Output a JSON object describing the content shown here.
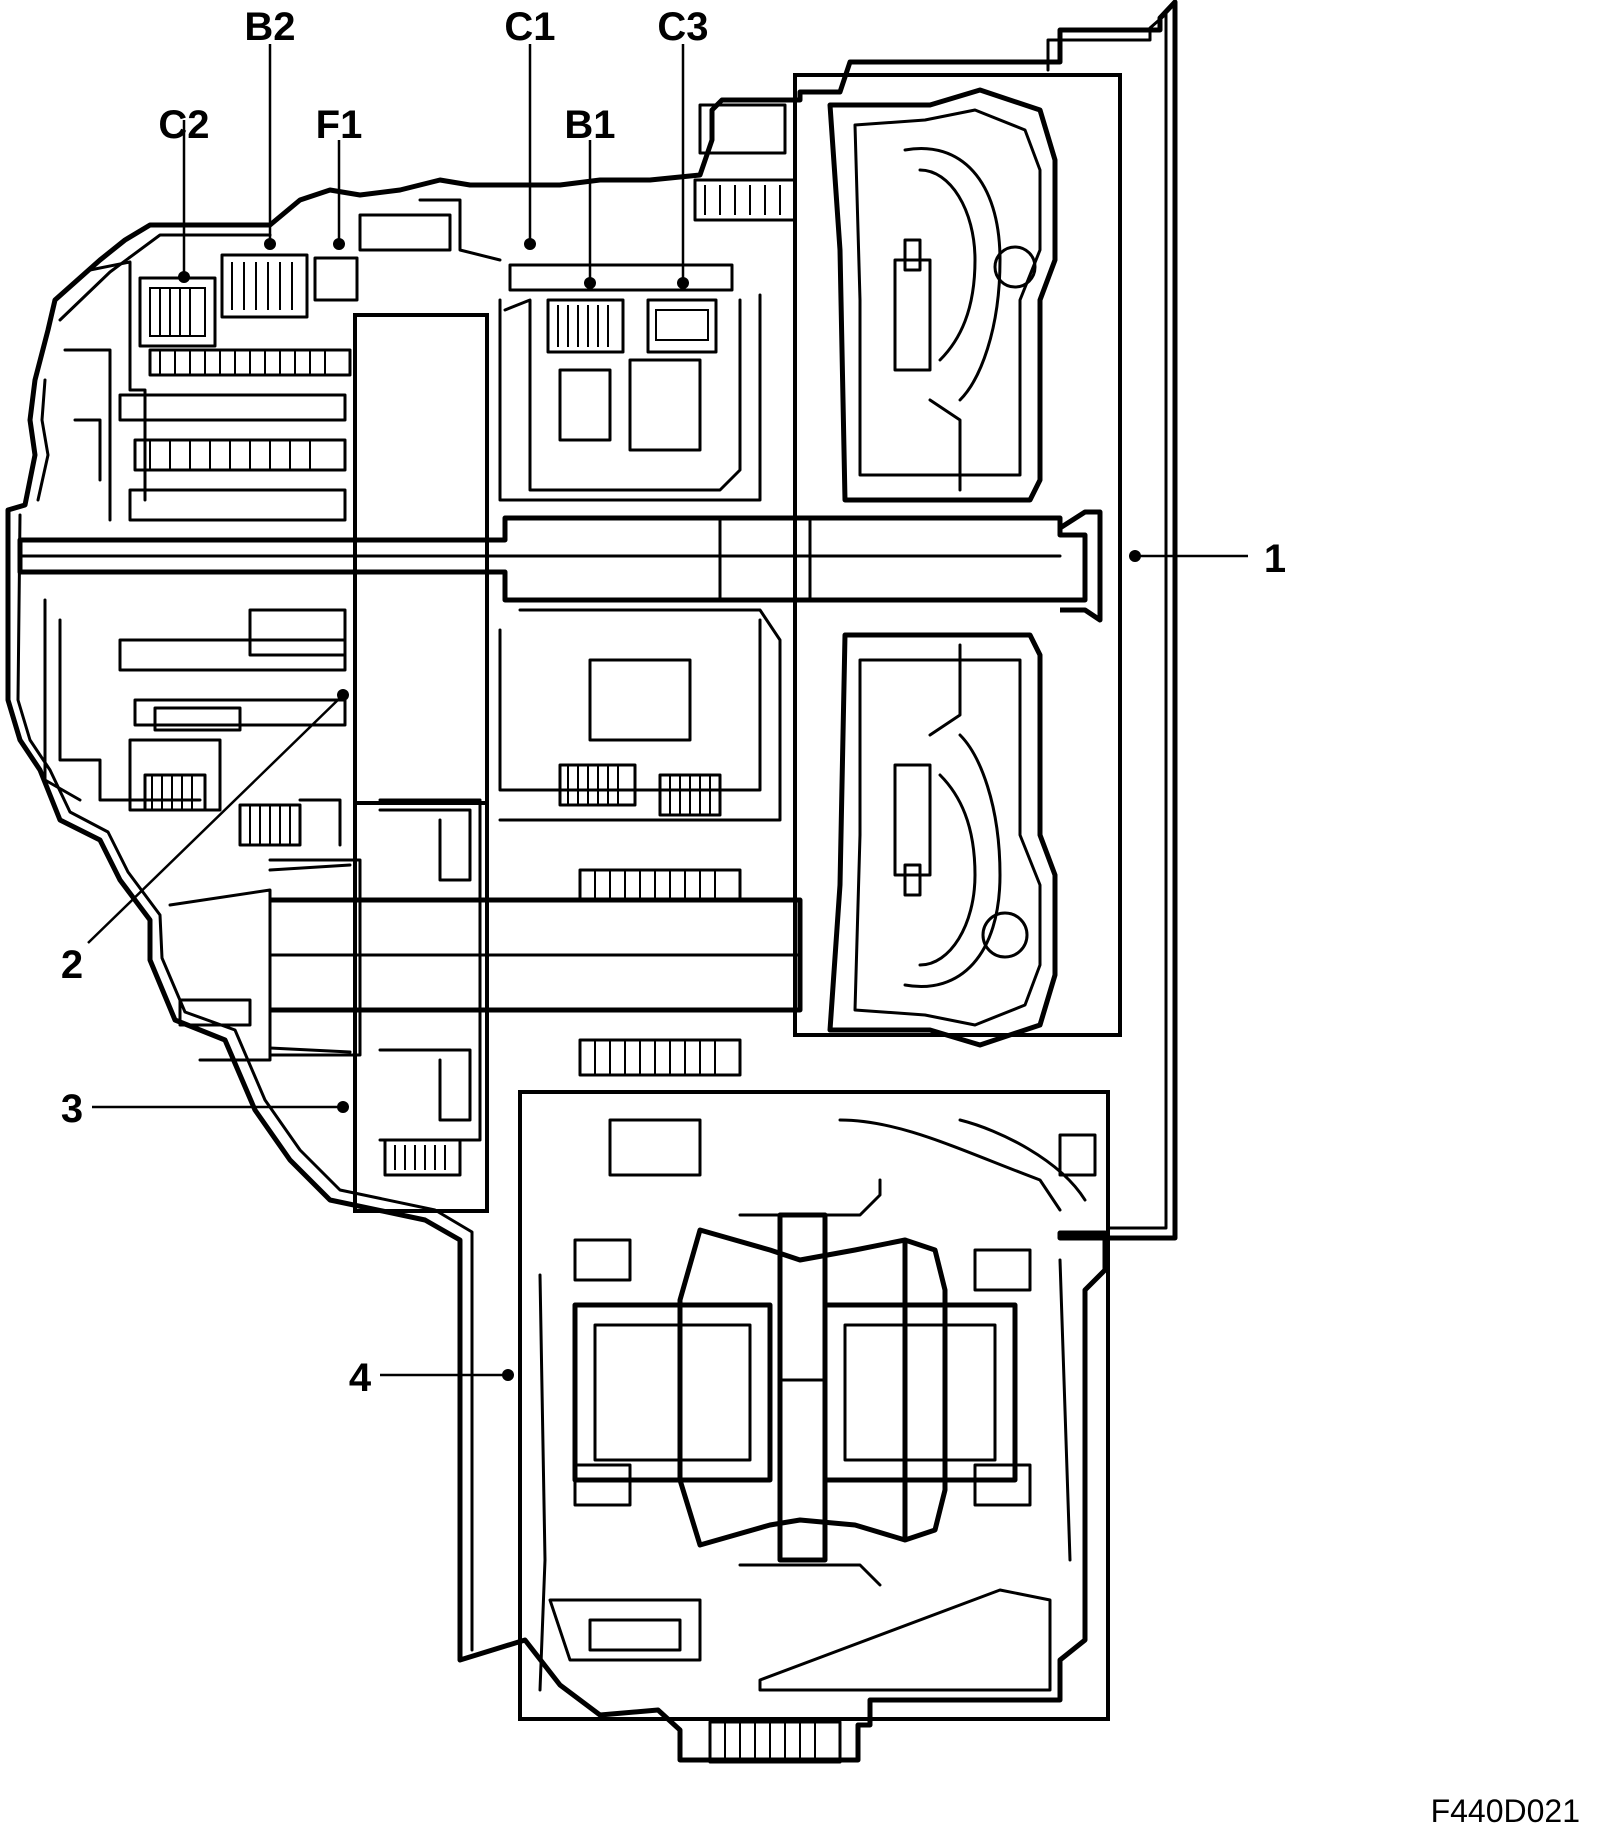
{
  "figure_code": "F440D021",
  "component_labels": [
    {
      "id": "C2",
      "text": "C2"
    },
    {
      "id": "B2",
      "text": "B2"
    },
    {
      "id": "F1",
      "text": "F1"
    },
    {
      "id": "C1",
      "text": "C1"
    },
    {
      "id": "B1",
      "text": "B1"
    },
    {
      "id": "C3",
      "text": "C3"
    }
  ],
  "callouts": [
    {
      "id": "1",
      "text": "1"
    },
    {
      "id": "2",
      "text": "2"
    },
    {
      "id": "3",
      "text": "3"
    },
    {
      "id": "4",
      "text": "4"
    }
  ]
}
